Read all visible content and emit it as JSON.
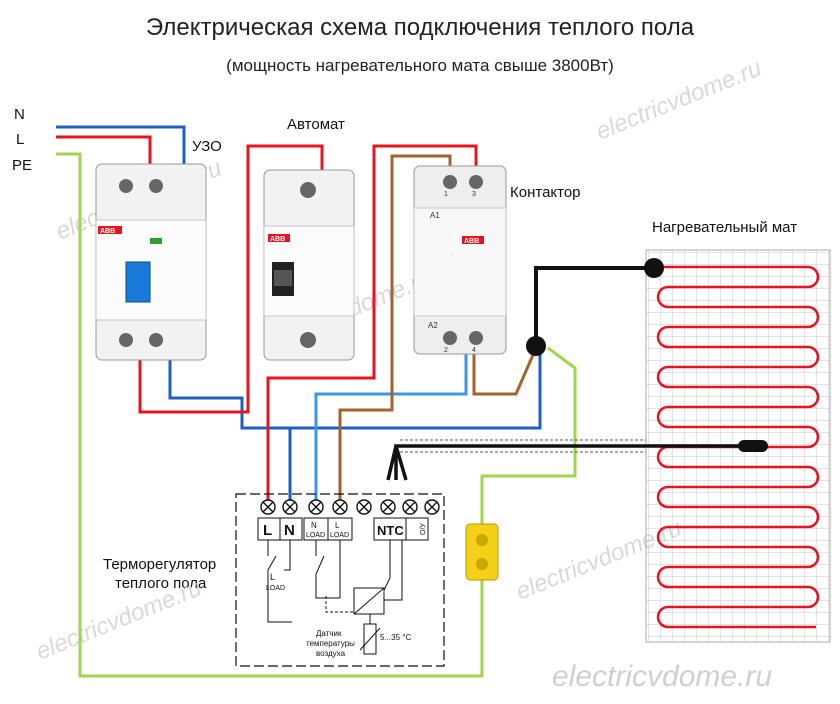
{
  "title": "Электрическая схема подключения теплого пола",
  "subtitle": "(мощность нагревательного мата свыше 3800Вт)",
  "wires": {
    "n": "N",
    "l": "L",
    "pe": "PE"
  },
  "devices": {
    "uzo": "УЗО",
    "avtomat": "Автомат",
    "contactor": "Контактор",
    "mat": "Нагревательный мат",
    "thermostat_line1": "Терморегулятор",
    "thermostat_line2": "теплого пола"
  },
  "thermostat": {
    "terminal_l": "L",
    "terminal_n": "N",
    "terminal_nload_1": "N",
    "terminal_nload_2": "LOAD",
    "terminal_lload_1": "L",
    "terminal_lload_2": "LOAD",
    "terminal_ntc": "NTC",
    "terminal_ntc_small": "О/У",
    "inner_l": "L",
    "inner_load": "LOAD",
    "sensor_1": "Датчик",
    "sensor_2": "температуры",
    "sensor_3": "воздуха",
    "range": "5...35 °C"
  },
  "contactor": {
    "a1": "A1",
    "a2": "A2",
    "t1": "1",
    "t3": "3",
    "t2": "2",
    "t4": "4"
  },
  "brand": "ABB",
  "watermark": "electricvdome.ru",
  "colors": {
    "line": "#e8141d",
    "neutral": "#1d5fc4",
    "neutral_light": "#3c96e6",
    "earth": "#9fd64a",
    "brown": "#a4622d",
    "black": "#111111"
  }
}
